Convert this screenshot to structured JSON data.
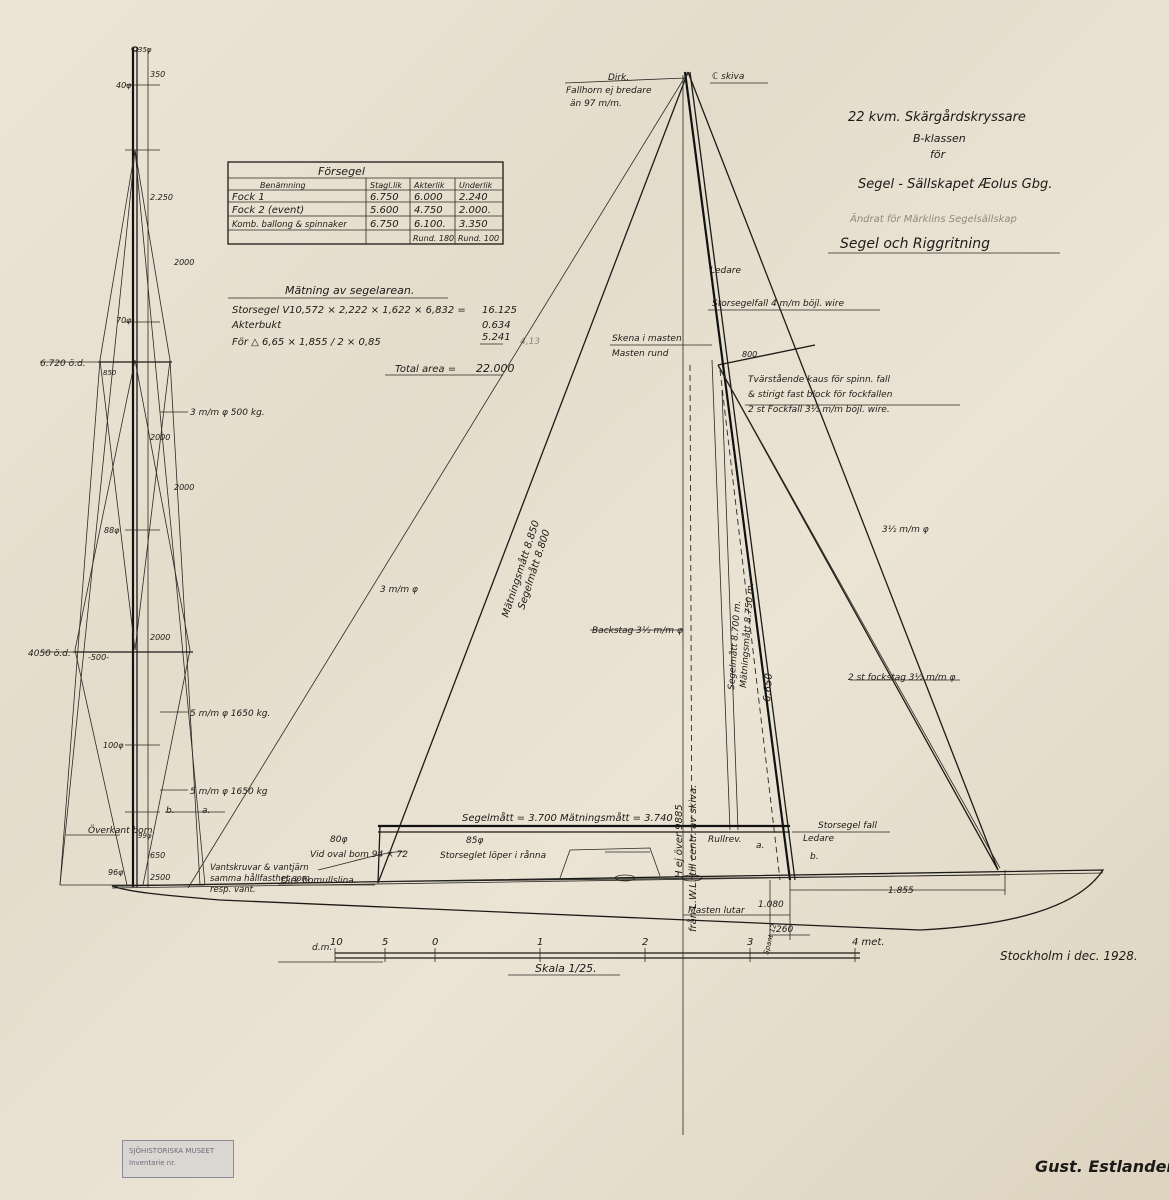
{
  "title": {
    "line1": "22 kvm. Skärgårdskryssare",
    "line2": "B-klassen",
    "line3": "för",
    "line4": "Segel - Sällskapet Æolus Gbg.",
    "pencil_note": "Ändrat för Märklins Segelsällskap",
    "line5": "Segel och Riggritning"
  },
  "forsegel_table": {
    "caption": "Försegel",
    "headers": [
      "Benämning",
      "Stagl.lik",
      "Akterlik",
      "Underlik"
    ],
    "rows": [
      [
        "Fock 1",
        "6.750",
        "6.000",
        "2.240"
      ],
      [
        "Fock 2 (event)",
        "5.600",
        "4.750",
        "2.000."
      ],
      [
        "Komb. ballong & spinnaker",
        "6.750",
        "6.100.",
        "3.350"
      ],
      [
        "",
        "",
        "Rund. 180",
        "Rund. 100"
      ]
    ]
  },
  "area_calc": {
    "heading": "Mätning av segelarean.",
    "line1": "Storsegel V10,572 × 2,222 × 1,622 × 6,832 =",
    "line1_val": "16.125",
    "line2": "Akterbukt",
    "line2_val": "0.634",
    "line3": "För △  6,65 × 1,855 / 2 × 0,85",
    "line3_val": "5.241",
    "pencil": "4,13",
    "total_label": "Total area =",
    "total_val": "22.000"
  },
  "mast_labels": {
    "top": "35φ",
    "d40": "40φ",
    "dim350": "350",
    "dim2250": "2.250",
    "dim2000a": "2000",
    "d70": "70φ",
    "spreader_height": "6.720 ö.d.",
    "dim850": "850",
    "shroud1": "3 m/m φ 500 kg.",
    "dim2000b": "2000",
    "dim2000c": "2000",
    "d88": "88φ",
    "dim2000d": "2000",
    "spreader2_height": "4050 ö.d.",
    "dim500": "-500-",
    "shroud2": "5 m/m φ 1650 kg.",
    "d100": "100φ",
    "shroud3": "5 m/m φ 1650 kg",
    "dim2500": "2500",
    "a": "a.",
    "b": "b.",
    "overkant": "Överkant bom.",
    "d99": "99φ",
    "dim650": "650",
    "d96": "96φ",
    "vantskruvar": "Vantskruvar & vantjärn samma hållfasthet som resp. vant."
  },
  "sail_labels": {
    "dirk_top": "Dirk.",
    "fallhorn": "Fallhorn ej bredare",
    "an97": "än 97 m/m.",
    "skiva": "ℂ skiva",
    "ledare1": "Ledare",
    "storsegelfall": "Storsegelfall 4 m/m böjl. wire",
    "skena": "Skena i masten",
    "masten_rund": "Masten rund",
    "dim800": "800",
    "tvarstaende": "Tvärstående kaus för spinn. fall",
    "block": "& stirigt fast block för fockfallen",
    "fockfall": "2 st Fockfall 3½ m/m böjl. wire.",
    "matning1": "Mätningsmått 8.850",
    "segelmatt1": "Segelmått 8.800",
    "stag312": "3½ m/m φ",
    "stag3": "3 m/m φ",
    "backstag": "Backstag 3½ m/m φ",
    "segelmatt2": "Segelmått 8.700 m.",
    "matning2": "Mätningsmått 8.750 m.",
    "dim6650": "6.650",
    "fockstag": "2 st fockstag 3½ m/m φ",
    "hojd1": "H ej över 9885",
    "hojd2": "från L.W.L. till centr. av skiva.",
    "dirk_bomull": "Dirk bomullslina.",
    "segelmatt_bom": "Segelmått = 3.700  Mätningsmått = 3.740",
    "d80": "80φ",
    "vid_oval": "Vid oval bom 94 × 72",
    "d85": "85φ",
    "loper": "Storseglet löper i rånna",
    "rullrev": "Rullrev.",
    "storsegel_fall2": "Storsegel fall",
    "ledare2": "Ledare",
    "a": "a.",
    "b": "b.",
    "dim1855": "1.855",
    "masten_lutar": "Masten lutar",
    "dim1080": "1.080",
    "dim260": "260",
    "spant": "Spant 12"
  },
  "scale": {
    "unit_left": "d.m.",
    "ticks": [
      "10",
      "5",
      "0",
      "1",
      "2",
      "3",
      "4 met."
    ],
    "label": "Skala 1/25."
  },
  "signature": {
    "place_date": "Stockholm i dec. 1928.",
    "name": "Gust. Estlander"
  },
  "stamp": {
    "line1": "SJÖHISTORISKA MUSEET",
    "line2": "Inventarie nr."
  }
}
